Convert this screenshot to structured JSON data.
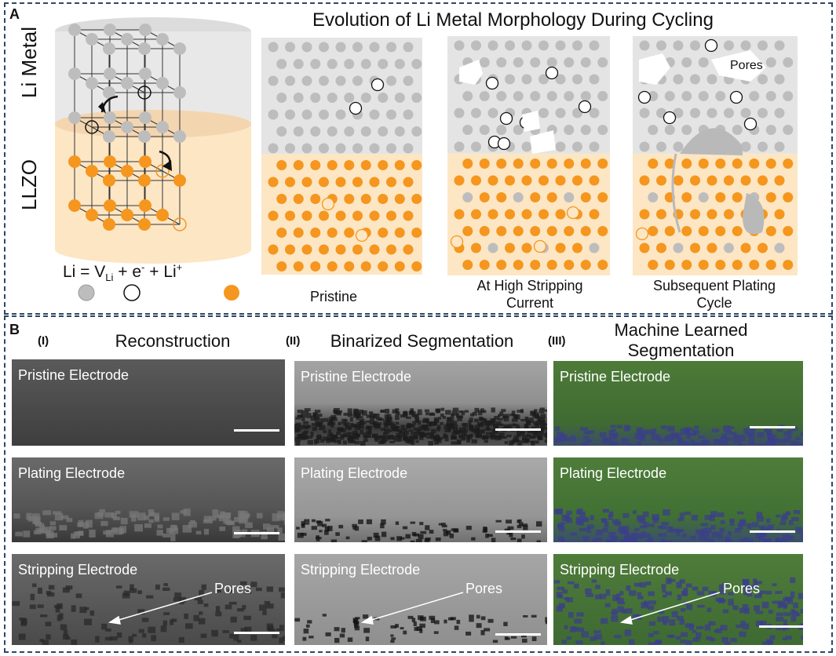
{
  "panel_a": {
    "letter": "A",
    "title": "Evolution of Li Metal Morphology During Cycling",
    "layer_labels": {
      "top": "Li Metal",
      "bottom": "LLZO"
    },
    "equation": {
      "lhs": "Li = V",
      "sub": "Li",
      "rhs1": " + e",
      "sup1": "-",
      "rhs2": " + Li",
      "sup2": "+"
    },
    "captions": {
      "pristine": "Pristine",
      "stripping": "At High Stripping Current",
      "plating": "Subsequent Plating Cycle"
    },
    "pores_label": "Pores",
    "colors": {
      "li_atom": "#bdbdbd",
      "li_ion": "#f5961e",
      "llzo_bg": "#fde6c4",
      "metal_bg": "#e4e4e4"
    }
  },
  "panel_b": {
    "letter": "B",
    "columns": [
      {
        "num": "(I)",
        "heading": "Reconstruction"
      },
      {
        "num": "(II)",
        "heading": "Binarized Segmentation"
      },
      {
        "num": "(III)",
        "heading": "Machine Learned Segmentation"
      }
    ],
    "rows": [
      "Pristine Electrode",
      "Plating Electrode",
      "Stripping Electrode"
    ],
    "pores_label": "Pores"
  }
}
